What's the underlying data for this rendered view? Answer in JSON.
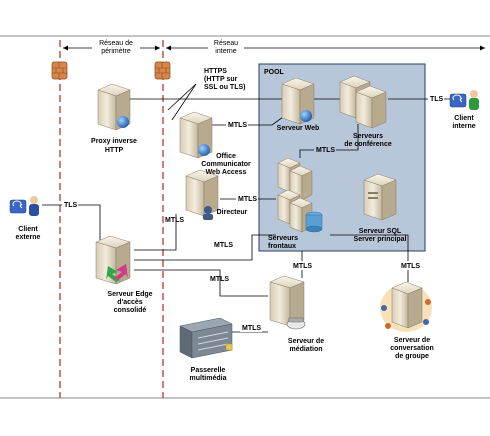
{
  "zones": {
    "perimeter": [
      "Réseau de",
      "périmètre"
    ],
    "internal": [
      "Réseau",
      "interne"
    ]
  },
  "pool": {
    "title": "POOL"
  },
  "nodes": {
    "proxy": [
      "Proxy inverse",
      "HTTP"
    ],
    "owa": [
      "Office",
      "Communicator",
      "Web Access"
    ],
    "director": "Directeur",
    "web_server": "Serveur Web",
    "conf_servers": [
      "Serveurs",
      "de conférence"
    ],
    "frontend": [
      "Serveurs",
      "frontaux"
    ],
    "sql": [
      "Serveur SQL",
      "Server principal"
    ],
    "edge": [
      "Serveur Edge",
      "d'accès",
      "consolidé"
    ],
    "mediation": [
      "Serveur de",
      "médiation"
    ],
    "group_chat": [
      "Serveur de",
      "conversation",
      "de groupe"
    ],
    "gateway": [
      "Passerelle",
      "multimédia"
    ],
    "client_ext": [
      "Client",
      "externe"
    ],
    "client_int": [
      "Client",
      "interne"
    ]
  },
  "protocols": {
    "https": [
      "HTTPS",
      "(HTTP sur",
      "SSL ou TLS)"
    ],
    "tls": "TLS",
    "mtls": "MTLS"
  }
}
